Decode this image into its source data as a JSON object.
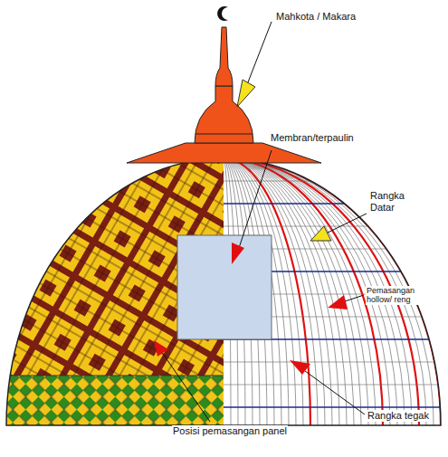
{
  "diagram": {
    "labels": [
      "Mahkota / Makara",
      "Membran/terpaulin",
      "Rangka Datar",
      "Pemasangan hollow/ reng",
      "Rangka tegak",
      "Posisi pemasangan panel"
    ]
  }
}
